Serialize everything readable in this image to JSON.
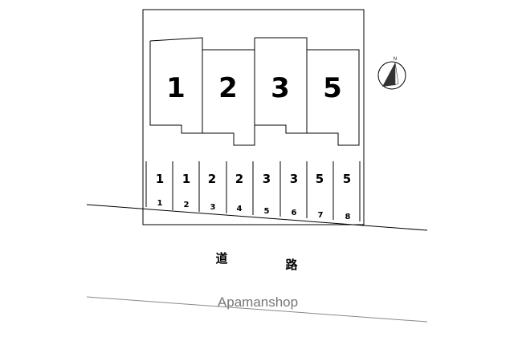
{
  "site_plan": {
    "buildings": [
      {
        "label": "1"
      },
      {
        "label": "2"
      },
      {
        "label": "3"
      },
      {
        "label": "5"
      }
    ],
    "parking_spaces": [
      {
        "owner": "1",
        "number": "1"
      },
      {
        "owner": "1",
        "number": "2"
      },
      {
        "owner": "2",
        "number": "3"
      },
      {
        "owner": "2",
        "number": "4"
      },
      {
        "owner": "3",
        "number": "5"
      },
      {
        "owner": "3",
        "number": "6"
      },
      {
        "owner": "5",
        "number": "7"
      },
      {
        "owner": "5",
        "number": "8"
      }
    ],
    "road": {
      "char1": "道",
      "char2": "路"
    },
    "compass": {
      "north_label": "N",
      "icon": "compass-icon"
    },
    "watermark": "Apamanshop"
  },
  "colors": {
    "line": "#000000",
    "road_edge": "#888888",
    "compass_fill": "#333333"
  }
}
